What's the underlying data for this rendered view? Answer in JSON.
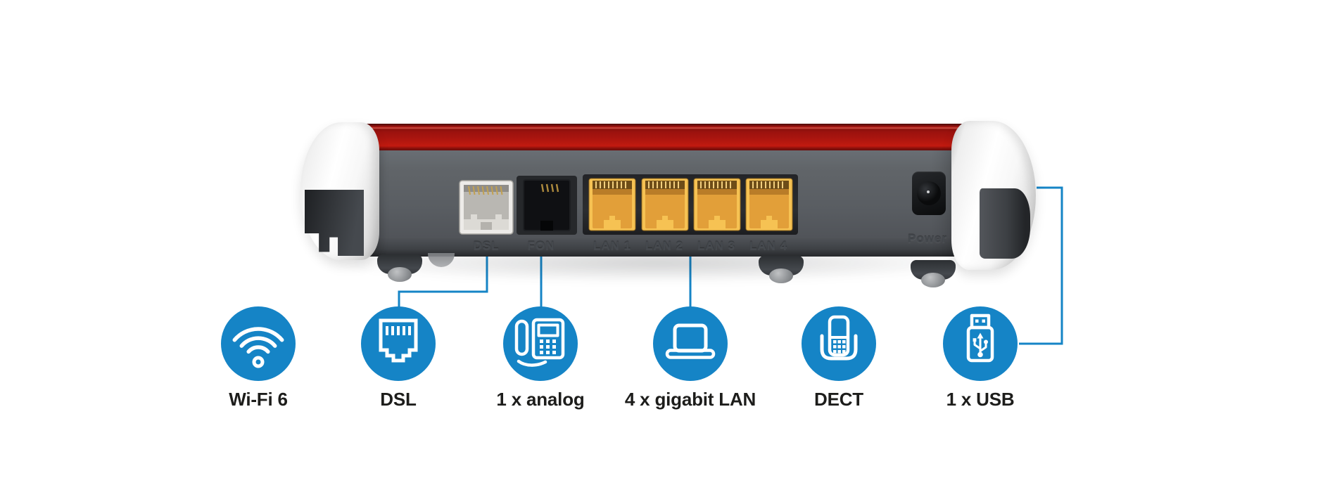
{
  "colors": {
    "accent_blue": "#1584c6",
    "router_red": "#a8130f",
    "router_body_gray": "#5c6065",
    "lan_port_yellow": "#f5c14d",
    "label_text": "#1d1d1b"
  },
  "router": {
    "ports": [
      {
        "label": "DSL",
        "icon": "rj45-port-light"
      },
      {
        "label": "FON",
        "icon": "rj11-port-black"
      },
      {
        "label": "LAN 1",
        "icon": "rj45-port-yellow"
      },
      {
        "label": "LAN 2",
        "icon": "rj45-port-yellow"
      },
      {
        "label": "LAN 3",
        "icon": "rj45-port-yellow"
      },
      {
        "label": "LAN 4",
        "icon": "rj45-port-yellow"
      }
    ],
    "power_label": "Power"
  },
  "features": [
    {
      "label": "Wi-Fi 6",
      "icon": "wifi-icon"
    },
    {
      "label": "DSL",
      "icon": "ethernet-jack-icon"
    },
    {
      "label": "1 x analog",
      "icon": "analog-phone-icon"
    },
    {
      "label": "4 x gigabit LAN",
      "icon": "laptop-icon"
    },
    {
      "label": "DECT",
      "icon": "dect-handset-icon"
    },
    {
      "label": "1 x USB",
      "icon": "usb-stick-icon"
    }
  ]
}
